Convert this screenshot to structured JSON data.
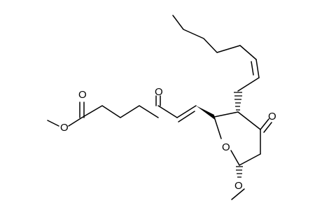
{
  "molecule": {
    "atoms": {
      "ester_carbonyl_o": "O",
      "ester_o": "O",
      "ketone_chain_o": "O",
      "ketone_ring_o": "O",
      "ring_o": "O",
      "methoxy_o": "O"
    }
  }
}
